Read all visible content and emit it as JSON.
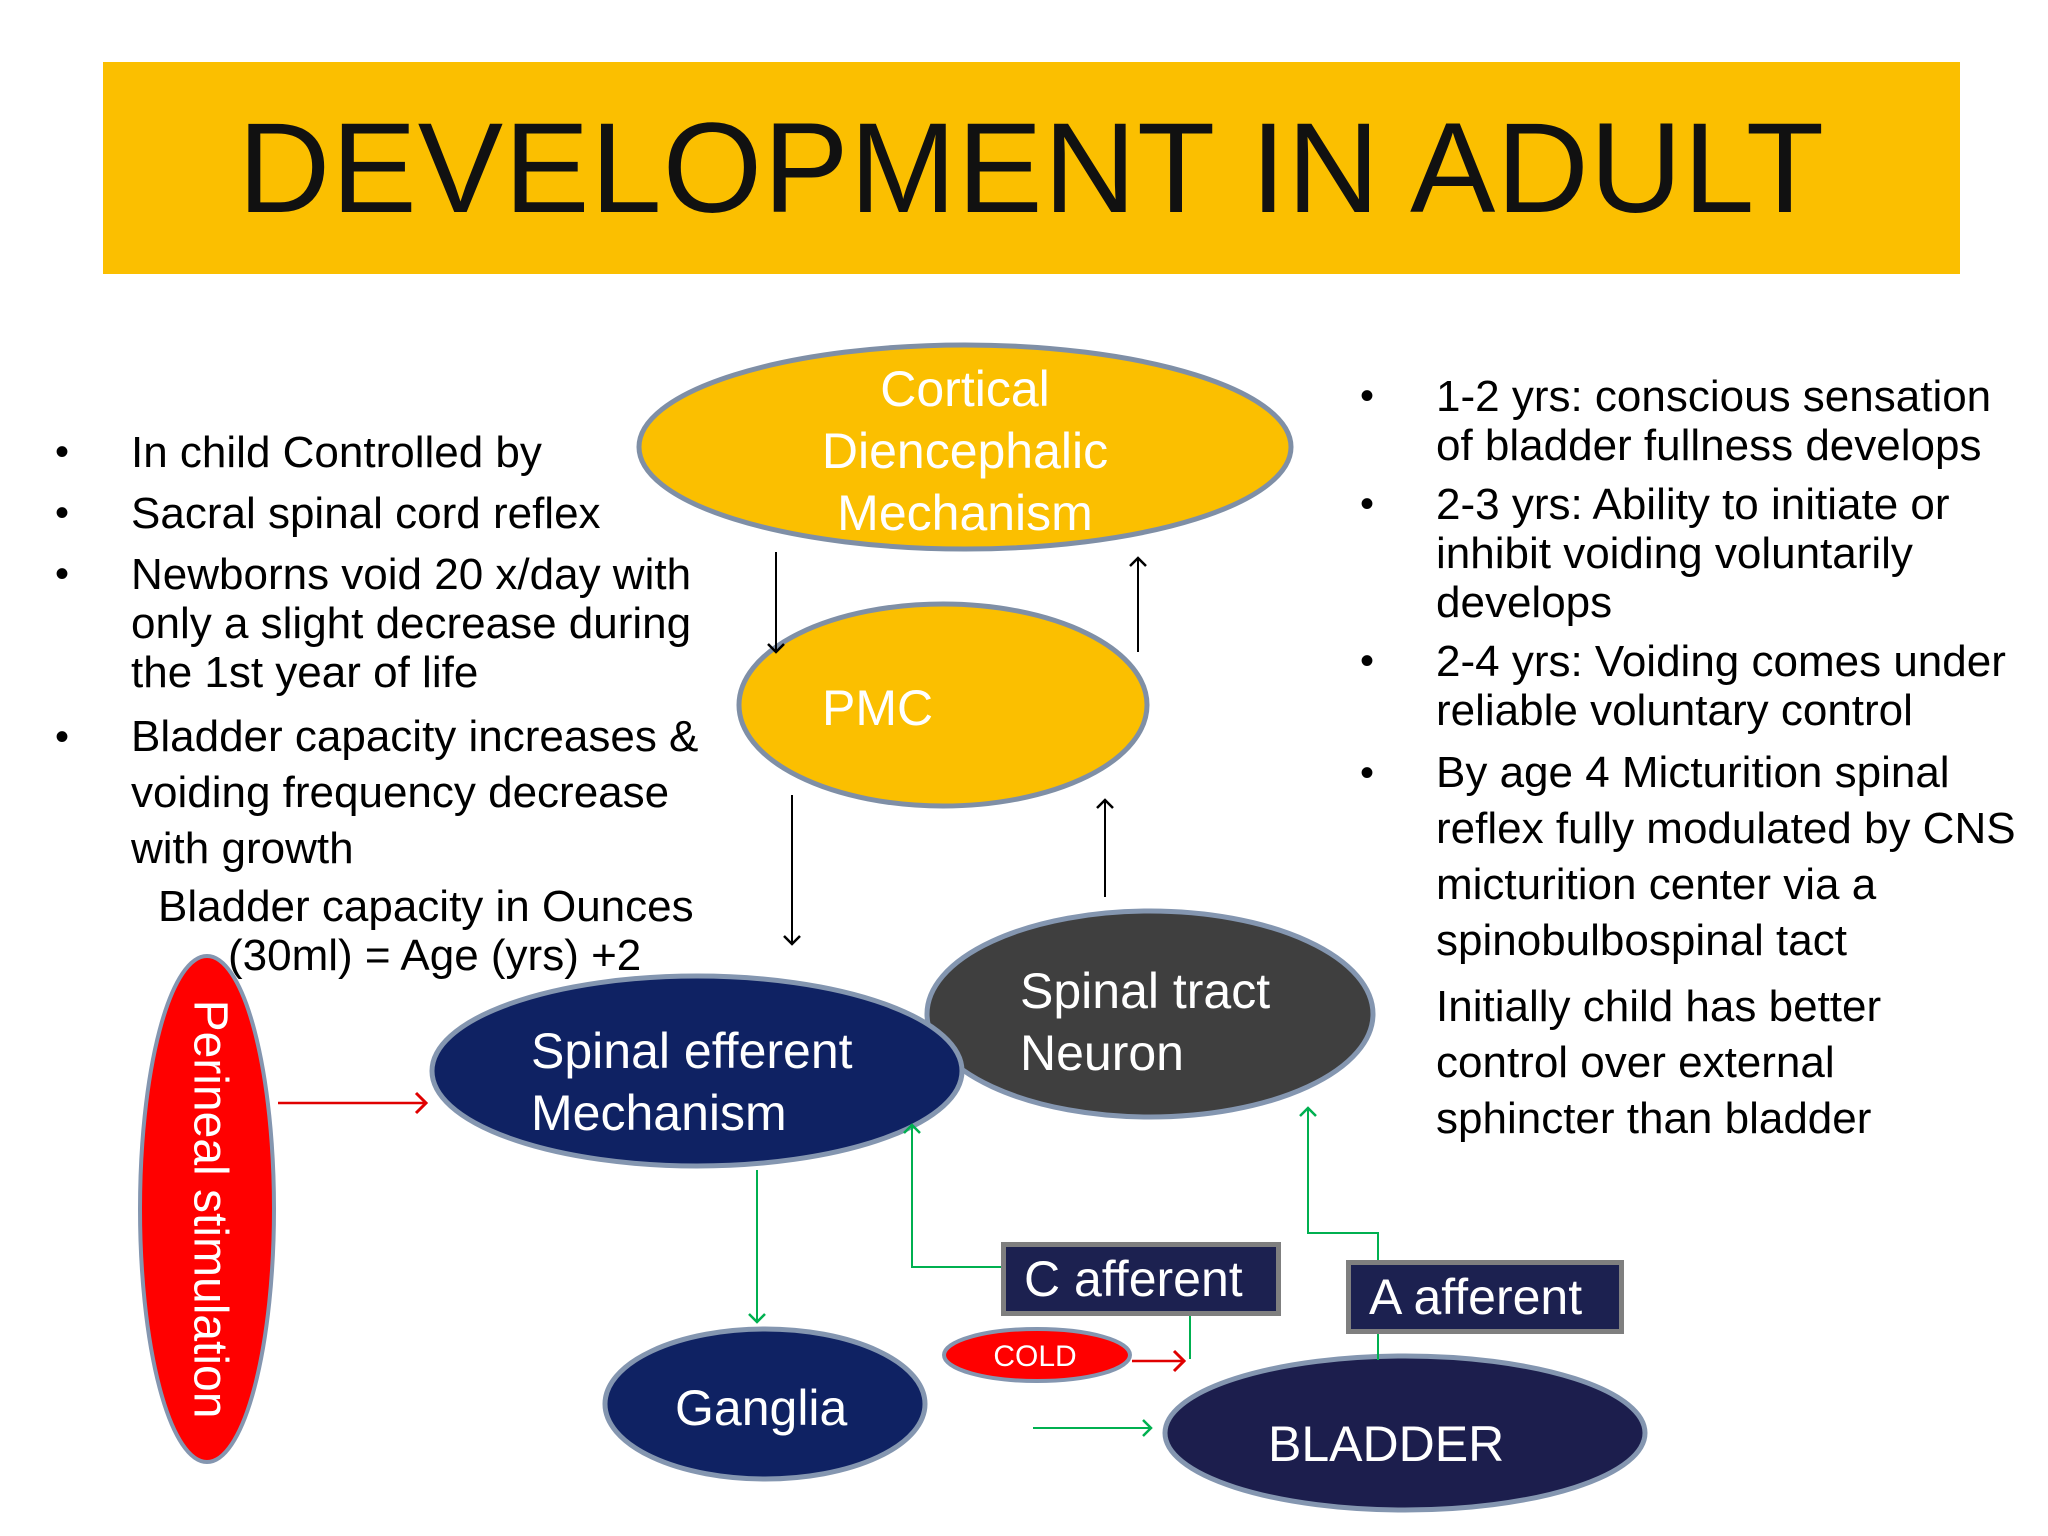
{
  "title": "DEVELOPMENT IN ADULT",
  "left_bullets": [
    "In child Controlled by",
    "Sacral spinal cord reflex",
    "Newborns void 20 x/day with only a slight decrease during the 1st year of life",
    "Bladder capacity increases & voiding frequency decrease with growth"
  ],
  "formula": {
    "line1": "Bladder capacity in Ounces",
    "line2": "(30ml) = Age (yrs) +2"
  },
  "right_bullets": [
    "1-2 yrs: conscious sensation of bladder fullness develops",
    "2-3 yrs: Ability to initiate or inhibit voiding voluntarily develops",
    "2-4 yrs: Voiding comes under reliable voluntary control",
    "By age 4 Micturition spinal reflex fully modulated by CNS micturition center via a spinobulbospinal tact",
    "Initially child has better control over external sphincter than bladder"
  ],
  "nodes": {
    "cortical": [
      "Cortical",
      "Diencephalic",
      "Mechanism"
    ],
    "pmc": "PMC",
    "spinal_tract": [
      "Spinal tract",
      "Neuron"
    ],
    "spinal_efferent": [
      "Spinal efferent",
      "Mechanism"
    ],
    "perineal": "Perineal stimulation",
    "ganglia": "Ganglia",
    "bladder": "BLADDER",
    "cold": "COLD",
    "c_afferent": "C afferent",
    "a_afferent": "A afferent"
  },
  "colors": {
    "title_bg": "#FBBF00",
    "yellow_node": "#FBBF00",
    "dark_grey_node": "#3F3F3F",
    "navy_node": "#0F2263",
    "dark_navy_node": "#1C1E4D",
    "red_node": "#FF0000",
    "green_arrow": "#00B050"
  }
}
